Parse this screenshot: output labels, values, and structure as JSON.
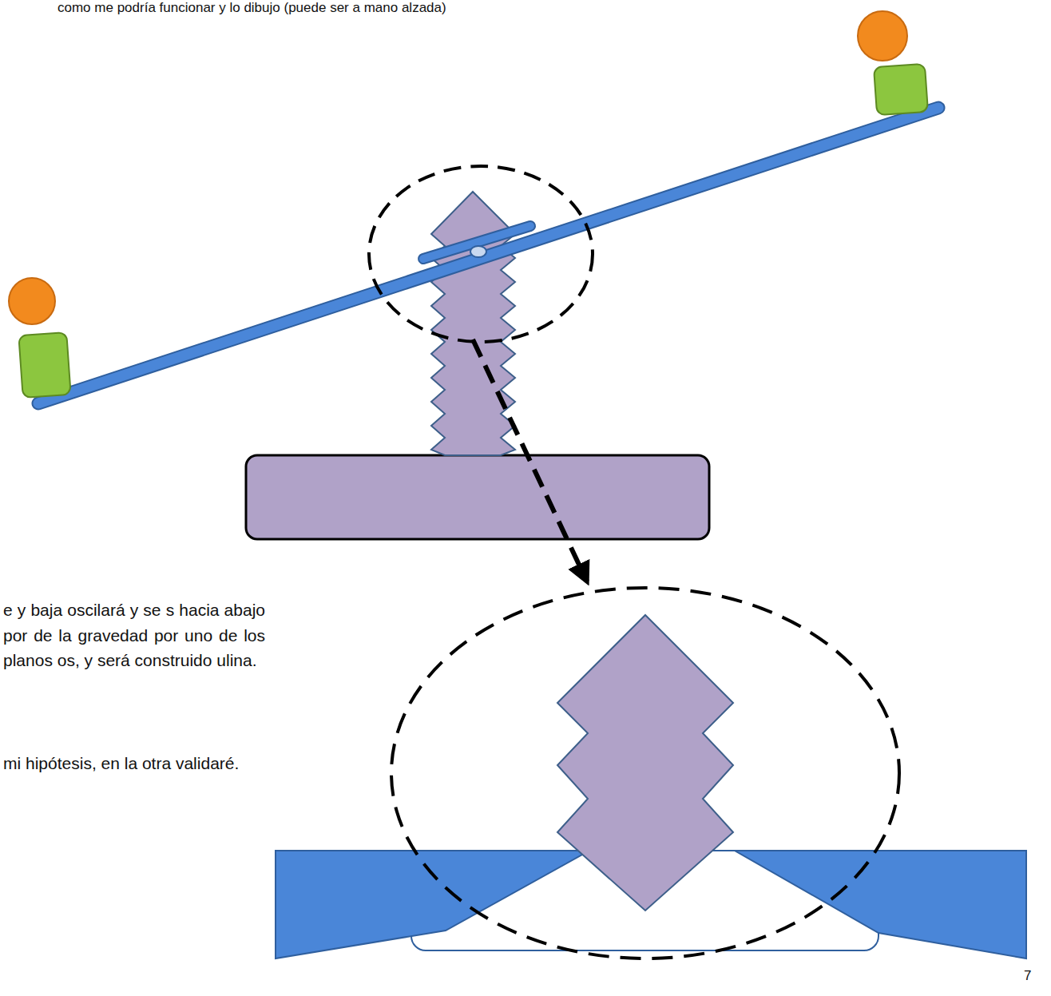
{
  "diagram": {
    "labels": [
      "como me podría funcionar y lo dibujo (puede ser a mano alzada)",
      "e y baja oscilará y se s hacia abajo por de la gravedad por uno de los planos os, y será construido ulina.",
      "mi hipótesis, en la otra validaré.",
      "7"
    ]
  }
}
